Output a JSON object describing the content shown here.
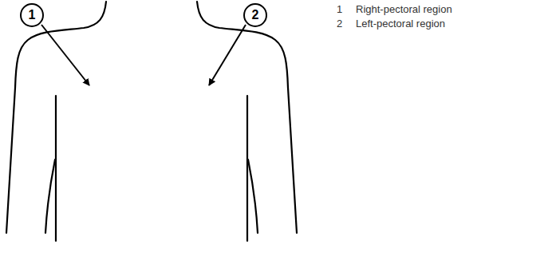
{
  "diagram": {
    "nodes": [
      {
        "text": [
          "1"
        ]
      },
      {
        "text": [
          "2"
        ]
      }
    ],
    "edges": [],
    "labels": [
      "1",
      "Right-pectoral region",
      "2",
      "Left-pectoral region"
    ]
  }
}
